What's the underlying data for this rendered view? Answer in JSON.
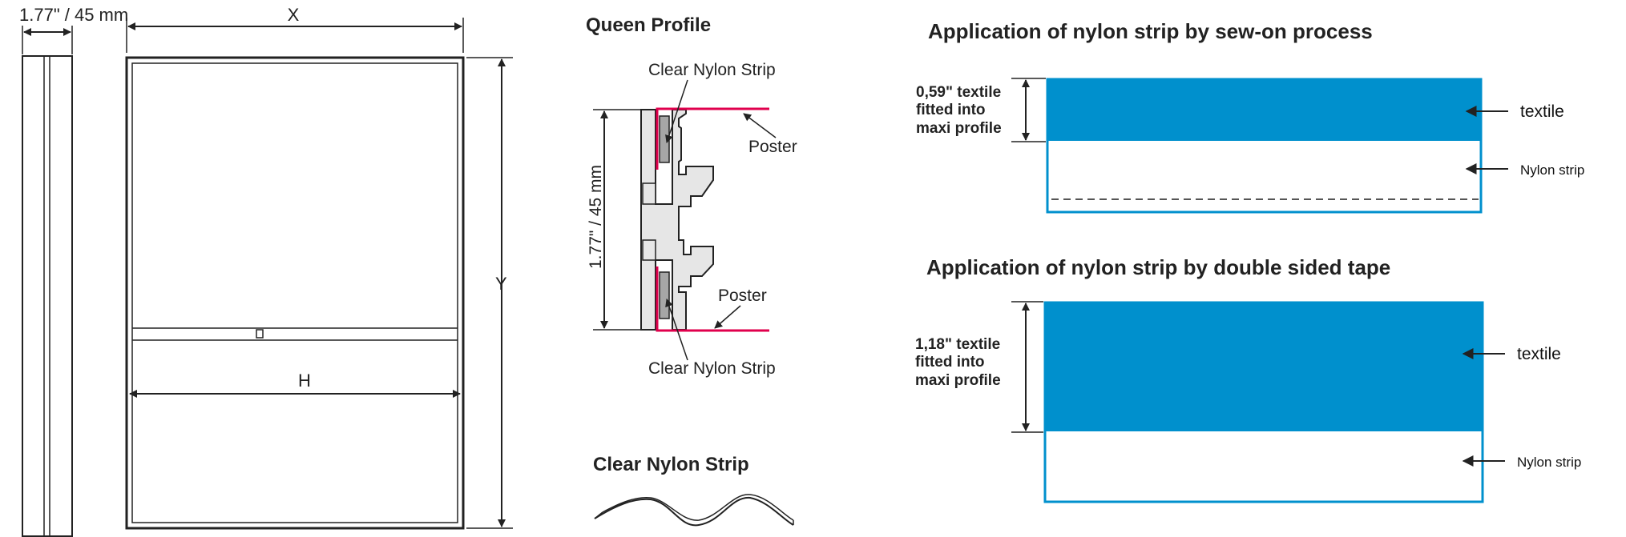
{
  "frame": {
    "depth_label": "1.77\" / 45 mm",
    "width_label": "X",
    "height_label": "Y",
    "divider_label": "H"
  },
  "profile": {
    "title": "Queen Profile",
    "strip_top_label": "Clear Nylon Strip",
    "strip_bottom_label": "Clear Nylon Strip",
    "poster_top_label": "Poster",
    "poster_bottom_label": "Poster",
    "height_label": "1.77\" / 45 mm"
  },
  "strip": {
    "title": "Clear Nylon Strip"
  },
  "sew": {
    "title": "Application of nylon strip by sew-on process",
    "note_lines": [
      "0,59\" textile",
      "fitted into",
      "maxi profile"
    ],
    "textile_label": "textile",
    "nylon_label": "Nylon strip"
  },
  "tape": {
    "title": "Application of nylon strip by double sided tape",
    "note_lines": [
      "1,18\" textile",
      "fitted into",
      "maxi profile"
    ],
    "textile_label": "textile",
    "nylon_label": "Nylon strip"
  },
  "colors": {
    "textile_blue": "#0090cd",
    "poster_red": "#e0004d",
    "line": "#222222"
  }
}
